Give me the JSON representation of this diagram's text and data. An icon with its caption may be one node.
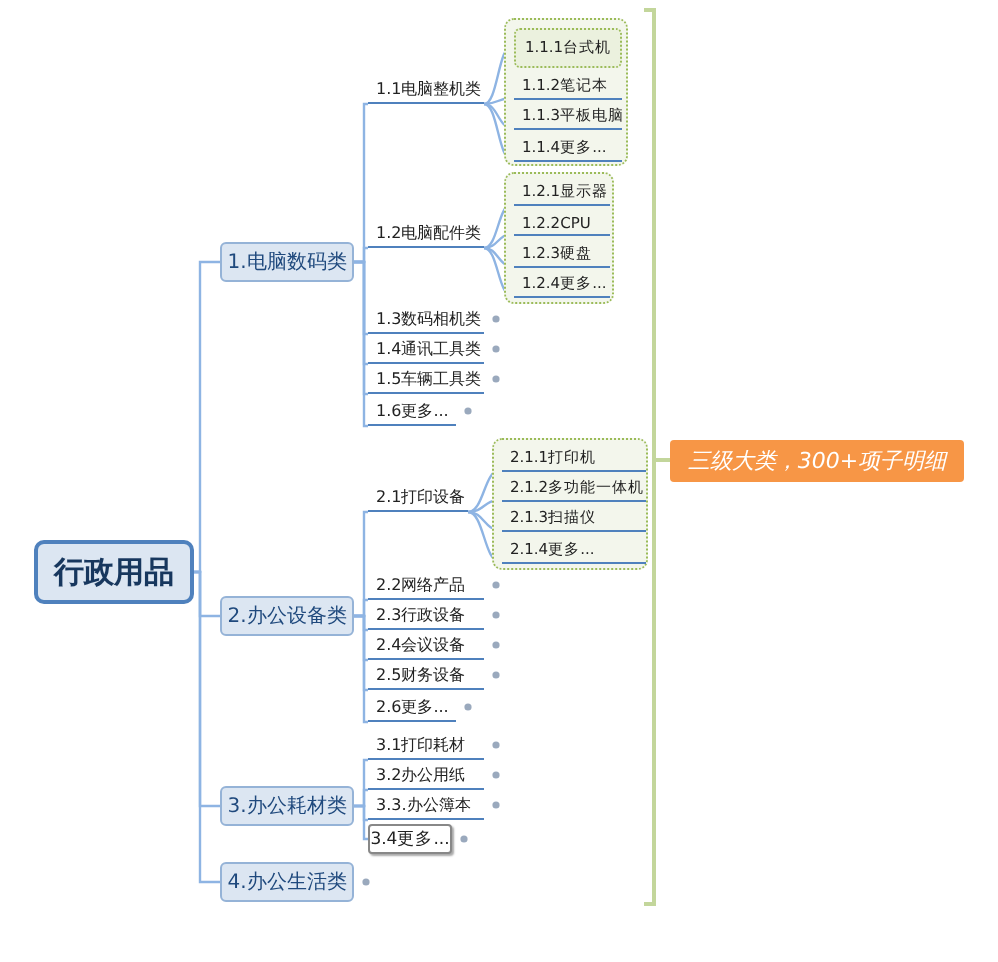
{
  "diagram": {
    "nodes": [
      {
        "text": [
          "行政用品"
        ]
      },
      {
        "text": [
          "1.电脑数码类"
        ]
      },
      {
        "text": [
          "1.1电脑整机类"
        ]
      },
      {
        "text": [],
        "shape": "box"
      },
      {
        "text": [
          "1.1.1台式机"
        ],
        "in": 3
      },
      {
        "text": [
          "1.1.2笔记本"
        ],
        "in": 3
      },
      {
        "text": [
          "1.1.3平板电脑"
        ],
        "in": 3
      },
      {
        "text": [
          "1.1.4更多..."
        ],
        "in": 3
      },
      {
        "text": [
          "1.2电脑配件类"
        ]
      },
      {
        "text": [],
        "shape": "box"
      },
      {
        "text": [
          "1.2.1显示器"
        ],
        "in": 9
      },
      {
        "text": [
          "1.2.2CPU"
        ],
        "in": 9
      },
      {
        "text": [
          "1.2.3硬盘"
        ],
        "in": 9
      },
      {
        "text": [
          "1.2.4更多..."
        ],
        "in": 9
      },
      {
        "text": [
          "1.3数码相机类"
        ]
      },
      {
        "text": [
          "1.4通讯工具类"
        ]
      },
      {
        "text": [
          "1.5车辆工具类"
        ]
      },
      {
        "text": [
          "1.6更多..."
        ]
      },
      {
        "text": [
          "2.办公设备类"
        ]
      },
      {
        "text": [
          "2.1打印设备"
        ]
      },
      {
        "text": [],
        "shape": "box"
      },
      {
        "text": [
          "2.1.1打印机"
        ],
        "in": 20
      },
      {
        "text": [
          "2.1.2多功能一体机"
        ],
        "in": 20
      },
      {
        "text": [
          "2.1.3扫描仪"
        ],
        "in": 20
      },
      {
        "text": [
          "2.1.4更多..."
        ],
        "in": 20
      },
      {
        "text": [
          "2.2网络产品"
        ]
      },
      {
        "text": [
          "2.3行政设备"
        ]
      },
      {
        "text": [
          "2.4会议设备"
        ]
      },
      {
        "text": [
          "2.5财务设备"
        ]
      },
      {
        "text": [
          "2.6更多..."
        ]
      },
      {
        "text": [
          "3.办公耗材类"
        ]
      },
      {
        "text": [
          "3.1打印耗材"
        ]
      },
      {
        "text": [
          "3.2办公用纸"
        ]
      },
      {
        "text": [
          "3.3.办公簿本"
        ]
      },
      {
        "text": [
          "3.4更多..."
        ]
      },
      {
        "text": [
          "4.办公生活类"
        ]
      },
      {
        "text": [
          "三级大类，300+项子明细"
        ]
      }
    ],
    "edges": [
      {
        "from": 0,
        "to": 1,
        "arrow": "none"
      },
      {
        "from": 0,
        "to": 18,
        "arrow": "none"
      },
      {
        "from": 0,
        "to": 30,
        "arrow": "none"
      },
      {
        "from": 0,
        "to": 35,
        "arrow": "none"
      },
      {
        "from": 1,
        "to": 2,
        "arrow": "none"
      },
      {
        "from": 1,
        "to": 8,
        "arrow": "none"
      },
      {
        "from": 1,
        "to": 14,
        "arrow": "none"
      },
      {
        "from": 1,
        "to": 15,
        "arrow": "none"
      },
      {
        "from": 1,
        "to": 16,
        "arrow": "none"
      },
      {
        "from": 1,
        "to": 17,
        "arrow": "none"
      },
      {
        "from": 2,
        "to": 4,
        "arrow": "none"
      },
      {
        "from": 2,
        "to": 5,
        "arrow": "none"
      },
      {
        "from": 2,
        "to": 6,
        "arrow": "none"
      },
      {
        "from": 2,
        "to": 7,
        "arrow": "none"
      },
      {
        "from": 8,
        "to": 10,
        "arrow": "none"
      },
      {
        "from": 8,
        "to": 11,
        "arrow": "none"
      },
      {
        "from": 8,
        "to": 12,
        "arrow": "none"
      },
      {
        "from": 8,
        "to": 13,
        "arrow": "none"
      },
      {
        "from": 18,
        "to": 19,
        "arrow": "none"
      },
      {
        "from": 18,
        "to": 25,
        "arrow": "none"
      },
      {
        "from": 18,
        "to": 26,
        "arrow": "none"
      },
      {
        "from": 18,
        "to": 27,
        "arrow": "none"
      },
      {
        "from": 18,
        "to": 28,
        "arrow": "none"
      },
      {
        "from": 18,
        "to": 29,
        "arrow": "none"
      },
      {
        "from": 19,
        "to": 21,
        "arrow": "none"
      },
      {
        "from": 19,
        "to": 22,
        "arrow": "none"
      },
      {
        "from": 19,
        "to": 23,
        "arrow": "none"
      },
      {
        "from": 19,
        "to": 24,
        "arrow": "none"
      },
      {
        "from": 30,
        "to": 31,
        "arrow": "none"
      },
      {
        "from": 30,
        "to": 32,
        "arrow": "none"
      },
      {
        "from": 30,
        "to": 33,
        "arrow": "none"
      },
      {
        "from": 30,
        "to": 34,
        "arrow": "none"
      }
    ]
  }
}
